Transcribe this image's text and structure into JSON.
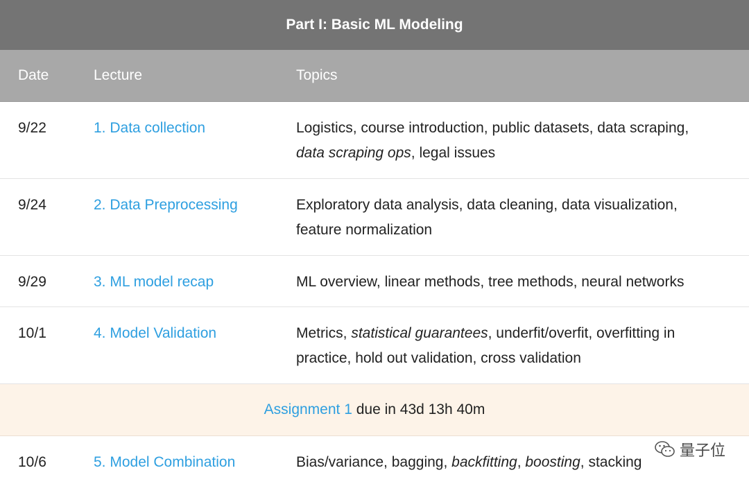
{
  "part_header": "Part I: Basic ML Modeling",
  "columns": {
    "date": "Date",
    "lecture": "Lecture",
    "topics": "Topics"
  },
  "rows": [
    {
      "date": "9/22",
      "lecture": "1. Data collection",
      "topics": {
        "t1": "Logistics, course introduction, public datasets, data scraping,",
        "t2": "data scraping ops",
        "t3": ", legal issues"
      }
    },
    {
      "date": "9/24",
      "lecture": "2. Data Preprocessing",
      "topics": {
        "t1": "Exploratory data analysis, data cleaning, data visualization,",
        "t2": "feature normalization"
      }
    },
    {
      "date": "9/29",
      "lecture": "3. ML model recap",
      "topics": {
        "t1": "ML overview, linear methods, tree methods, neural networks"
      }
    },
    {
      "date": "10/1",
      "lecture": "4. Model Validation",
      "topics": {
        "t1": "Metrics, ",
        "t2": "statistical guarantees",
        "t3": ", underfit/overfit, overfitting in practice, hold out validation, cross validation"
      }
    },
    {
      "date": "10/6",
      "lecture": "5. Model Combination",
      "topics": {
        "t1": "Bias/variance, bagging, ",
        "t2": "backfitting",
        "t3": ", ",
        "t4": "boosting",
        "t5": ", stacking"
      }
    }
  ],
  "assignment": {
    "link": "Assignment 1",
    "due": " due in 43d 13h 40m"
  },
  "watermark": {
    "text": "量子位",
    "icon": "wechat-icon"
  },
  "colors": {
    "link": "#2e9fe0",
    "header_dark": "#747474",
    "header_light": "#a8a8a8",
    "assignment_bg": "#fdf3e8"
  }
}
